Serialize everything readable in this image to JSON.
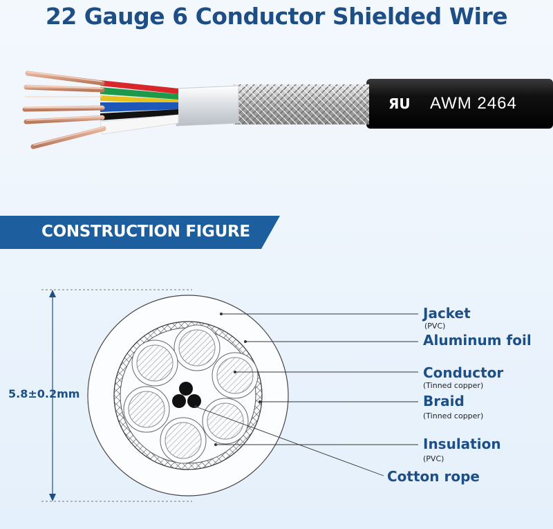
{
  "title": "22 Gauge 6 Conductor Shielded Wire",
  "cable": {
    "marking": "AWM 2464",
    "logo": "ul-recognized-logo",
    "wire_colors": [
      "#d8262a",
      "#1c9a4a",
      "#e6c21e",
      "#1d57b8",
      "#111111",
      "#f7f7f7"
    ]
  },
  "banner": {
    "text": "CONSTRUCTION FIGURE",
    "color": "#1d5f9e"
  },
  "dimension": "5.8±0.2mm",
  "labels": {
    "jacket": {
      "name": "Jacket",
      "material": "(PVC)"
    },
    "aluminum_foil": {
      "name": "Aluminum foil"
    },
    "conductor": {
      "name": "Conductor",
      "material": "(Tinned copper)"
    },
    "braid": {
      "name": "Braid",
      "material": "(Tinned copper)"
    },
    "insulation": {
      "name": "Insulation",
      "material": "(PVC)"
    },
    "cotton_rope": {
      "name": "Cotton rope"
    }
  },
  "colors": {
    "brand_blue": "#1d4f86",
    "banner_blue": "#1d5f9e"
  }
}
